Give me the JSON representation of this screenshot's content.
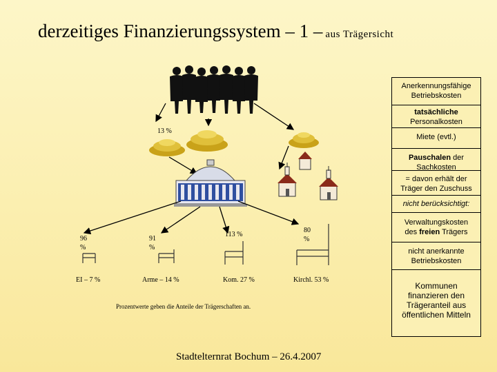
{
  "title": {
    "main": "derzeitiges Finanzierungssystem – 1 –",
    "sub": "aus Trägersicht"
  },
  "panel": {
    "box1": "Anerkennungsfähige Betriebskosten",
    "box2_bold": "tatsächliche",
    "box2_rest": "Personalkosten",
    "box3": "Miete (evtl.)",
    "box4_bold": "Pauschalen",
    "box4_rest": "der Sachkosten",
    "box5": "= davon erhält der Träger den Zuschuss",
    "box6": "nicht berücksichtigt:",
    "box7_l1": "Verwaltungskosten",
    "box7_pre": "des",
    "box7_bold": "freien",
    "box7_post": "Trägers",
    "box8_l1": "nicht anerkannte",
    "box8_l2": "Betriebskosten",
    "box9": "Kommunen finanzieren den Trägeranteil aus öffentlichen Mitteln"
  },
  "diagram": {
    "top_percent": "13 %",
    "percents": [
      {
        "value": "96",
        "unit": "%"
      },
      {
        "value": "91",
        "unit": "%"
      },
      {
        "value": "113 %",
        "unit": ""
      },
      {
        "value": "80",
        "unit": "%"
      }
    ],
    "categories": [
      "EI – 7 %",
      "Arme – 14 %",
      "Kom. 27 %",
      "Kirchl. 53 %"
    ]
  },
  "note": "Prozentwerte geben die Anteile der Trägerschaften an.",
  "footer": "Stadtelternrat Bochum – 26.4.2007",
  "colors": {
    "background": "#fbefb0",
    "coins": "#d4b020",
    "building": "#2f4fa0"
  }
}
